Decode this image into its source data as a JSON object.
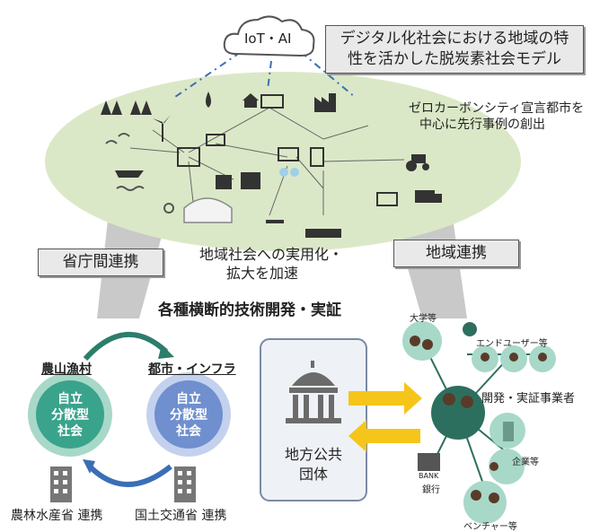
{
  "cloud_label": "IoT・AI",
  "model_title": "デジタル化社会における地域の特性を活かした脱炭素社会モデル",
  "model_title_line1": "デジタル化社会における地域の特",
  "model_title_line2": "性を活かした脱炭素社会モデル",
  "zero_carbon_line1": "ゼロカーボンシティ宣言都市を",
  "zero_carbon_line2": "中心に先行事例の創出",
  "center_text_line1": "地域社会への実用化・",
  "center_text_line2": "拡大を加速",
  "left_box": "省庁間連携",
  "right_box": "地域連携",
  "main_heading": "各種横断的技術開発・実証",
  "left_circle": {
    "caption": "農山漁村",
    "line1": "自立",
    "line2": "分散型",
    "line3": "社会",
    "ministry": "農林水産省 連携"
  },
  "right_circle": {
    "caption": "都市・インフラ",
    "line1": "自立",
    "line2": "分散型",
    "line3": "社会",
    "ministry": "国土交通省 連携"
  },
  "local_gov_line1": "地方公共",
  "local_gov_line2": "団体",
  "network": {
    "university": "大学等",
    "end_users": "エンドユーザー等",
    "operators": "開発・実証事業者",
    "bank_en": "BANK",
    "bank": "銀行",
    "companies": "企業等",
    "ventures": "ベンチャー等"
  },
  "colors": {
    "ellipse": "#dbe8c7",
    "teal": "#3aa38c",
    "blue_circle": "#6f8fcf",
    "arrow_gray": "#c8c8c8",
    "yellow": "#f5c51a",
    "dark_node": "#2d6f5e"
  }
}
